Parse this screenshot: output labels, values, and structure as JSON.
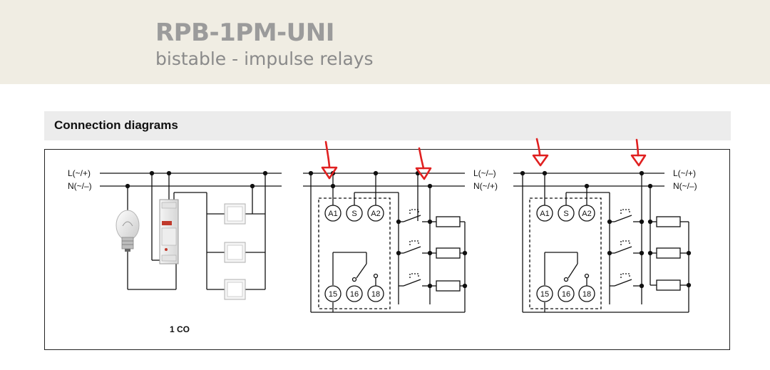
{
  "header": {
    "title": "RPB-1PM-UNI",
    "subtitle": "bistable - impulse relays"
  },
  "section": {
    "title": "Connection diagrams"
  },
  "diagram1": {
    "label_l": "L(~/+)",
    "label_n": "N(~/–)",
    "caption": "1 CO"
  },
  "diagram2": {
    "label_l": "L(~/–)",
    "label_n": "N(~/+)",
    "terminals": [
      "A1",
      "S",
      "A2",
      "15",
      "16",
      "18"
    ]
  },
  "diagram3": {
    "label_l": "L(~/+)",
    "label_n": "N(~/–)",
    "terminals": [
      "A1",
      "S",
      "A2",
      "15",
      "16",
      "18"
    ]
  },
  "colors": {
    "header_bg": "#f0ede3",
    "title": "#9b9b9b",
    "annotation_arrows": "#e02020"
  }
}
